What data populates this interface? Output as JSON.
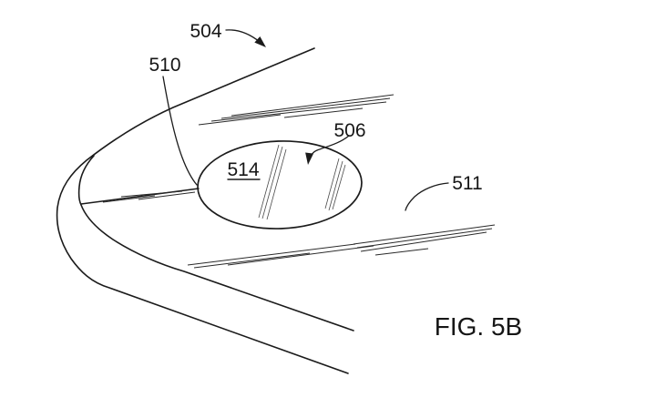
{
  "figure": {
    "caption": "FIG. 5B",
    "type": "patent-line-drawing",
    "labels": {
      "l504": "504",
      "l510": "510",
      "l506": "506",
      "l511": "511",
      "l514": "514"
    }
  },
  "colors": {
    "ink": "#1b1b1b",
    "background": "#ffffff"
  }
}
